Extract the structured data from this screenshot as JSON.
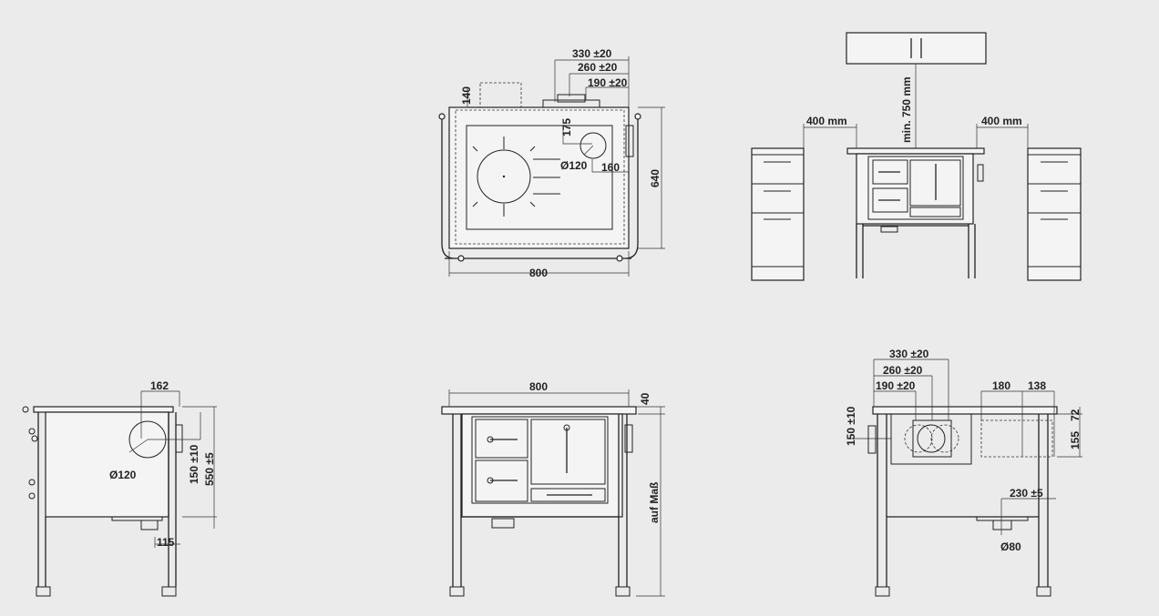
{
  "top_view": {
    "dim_330": "330 ±20",
    "dim_260": "260 ±20",
    "dim_190": "190 ±20",
    "dim_140": "140",
    "dim_175": "175",
    "dim_dia": "Ø120",
    "dim_160": "160",
    "dim_640": "640",
    "dim_800": "800"
  },
  "installation_view": {
    "left_gap": "400 mm",
    "right_gap": "400 mm",
    "min_height": "min. 750 mm"
  },
  "side_view": {
    "dim_162": "162",
    "dim_dia": "Ø120",
    "dim_150": "150 ±10",
    "dim_550": "550 ±5",
    "dim_115": "115"
  },
  "front_view": {
    "dim_800": "800",
    "dim_40": "40",
    "height_note": "auf Maß"
  },
  "rear_view": {
    "dim_330": "330 ±20",
    "dim_260": "260 ±20",
    "dim_190": "190 ±20",
    "dim_180": "180",
    "dim_138": "138",
    "dim_72": "72",
    "dim_155": "155",
    "dim_150": "150 ±10",
    "dim_230": "230 ±5",
    "dim_dia": "Ø80"
  }
}
